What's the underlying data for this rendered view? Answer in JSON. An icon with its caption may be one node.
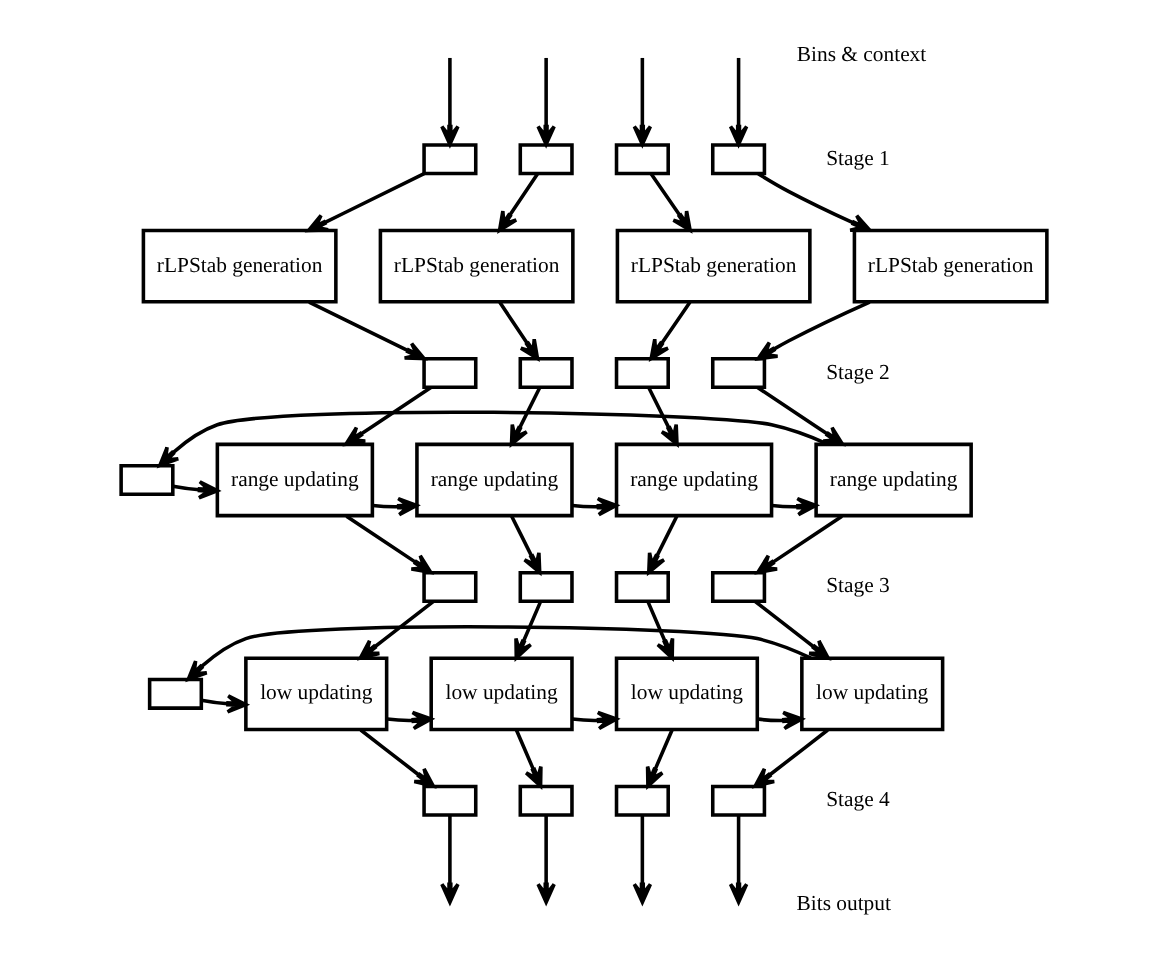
{
  "diagram": {
    "nodes": [
      {
        "text": [],
        "shape": "box"
      },
      {
        "text": [],
        "shape": "box"
      },
      {
        "text": [],
        "shape": "box"
      },
      {
        "text": [],
        "shape": "box"
      },
      {
        "text": [
          "rLPStab generation"
        ]
      },
      {
        "text": [
          "rLPStab generation"
        ]
      },
      {
        "text": [
          "rLPStab generation"
        ]
      },
      {
        "text": [
          "rLPStab generation"
        ]
      },
      {
        "text": [],
        "shape": "box"
      },
      {
        "text": [],
        "shape": "box"
      },
      {
        "text": [],
        "shape": "box"
      },
      {
        "text": [],
        "shape": "box"
      },
      {
        "text": [],
        "shape": "box"
      },
      {
        "text": [
          "range updating"
        ]
      },
      {
        "text": [
          "range updating"
        ]
      },
      {
        "text": [
          "range updating"
        ]
      },
      {
        "text": [
          "range updating"
        ]
      },
      {
        "text": [],
        "shape": "box"
      },
      {
        "text": [],
        "shape": "box"
      },
      {
        "text": [],
        "shape": "box"
      },
      {
        "text": [],
        "shape": "box"
      },
      {
        "text": [],
        "shape": "box"
      },
      {
        "text": [
          "low updating"
        ]
      },
      {
        "text": [
          "low updating"
        ]
      },
      {
        "text": [
          "low updating"
        ]
      },
      {
        "text": [
          "low updating"
        ]
      },
      {
        "text": [],
        "shape": "box"
      },
      {
        "text": [],
        "shape": "box"
      },
      {
        "text": [],
        "shape": "box"
      },
      {
        "text": [],
        "shape": "box"
      }
    ],
    "edges": [
      {
        "from": null,
        "to": 0,
        "arrow": "to"
      },
      {
        "from": null,
        "to": 1,
        "arrow": "to"
      },
      {
        "from": null,
        "to": 2,
        "arrow": "to"
      },
      {
        "from": null,
        "to": 3,
        "arrow": "to"
      },
      {
        "from": 0,
        "to": 4,
        "arrow": "to"
      },
      {
        "from": 1,
        "to": 5,
        "arrow": "to"
      },
      {
        "from": 2,
        "to": 6,
        "arrow": "to"
      },
      {
        "from": 3,
        "to": 7,
        "arrow": "to"
      },
      {
        "from": 4,
        "to": 8,
        "arrow": "to"
      },
      {
        "from": 5,
        "to": 9,
        "arrow": "to"
      },
      {
        "from": 6,
        "to": 10,
        "arrow": "to"
      },
      {
        "from": 7,
        "to": 11,
        "arrow": "to"
      },
      {
        "from": 8,
        "to": 13,
        "arrow": "to"
      },
      {
        "from": 9,
        "to": 14,
        "arrow": "to"
      },
      {
        "from": 10,
        "to": 15,
        "arrow": "to"
      },
      {
        "from": 11,
        "to": 16,
        "arrow": "to"
      },
      {
        "from": 12,
        "to": 13,
        "arrow": "to"
      },
      {
        "from": 13,
        "to": 14,
        "arrow": "to"
      },
      {
        "from": 14,
        "to": 15,
        "arrow": "to"
      },
      {
        "from": 15,
        "to": 16,
        "arrow": "to"
      },
      {
        "from": 16,
        "to": 12,
        "arrow": "to"
      },
      {
        "from": 13,
        "to": 17,
        "arrow": "to"
      },
      {
        "from": 14,
        "to": 18,
        "arrow": "to"
      },
      {
        "from": 15,
        "to": 19,
        "arrow": "to"
      },
      {
        "from": 16,
        "to": 20,
        "arrow": "to"
      },
      {
        "from": 17,
        "to": 22,
        "arrow": "to"
      },
      {
        "from": 18,
        "to": 23,
        "arrow": "to"
      },
      {
        "from": 19,
        "to": 24,
        "arrow": "to"
      },
      {
        "from": 20,
        "to": 25,
        "arrow": "to"
      },
      {
        "from": 21,
        "to": 22,
        "arrow": "to"
      },
      {
        "from": 22,
        "to": 23,
        "arrow": "to"
      },
      {
        "from": 23,
        "to": 24,
        "arrow": "to"
      },
      {
        "from": 24,
        "to": 25,
        "arrow": "to"
      },
      {
        "from": 25,
        "to": 21,
        "arrow": "to"
      },
      {
        "from": 22,
        "to": 26,
        "arrow": "to"
      },
      {
        "from": 23,
        "to": 27,
        "arrow": "to"
      },
      {
        "from": 24,
        "to": 28,
        "arrow": "to"
      },
      {
        "from": 25,
        "to": 29,
        "arrow": "to"
      },
      {
        "from": 26,
        "to": null,
        "arrow": "to"
      },
      {
        "from": 27,
        "to": null,
        "arrow": "to"
      },
      {
        "from": 28,
        "to": null,
        "arrow": "to"
      },
      {
        "from": 29,
        "to": null,
        "arrow": "to"
      }
    ],
    "labels": [
      "Bins & context",
      "Stage 1",
      "Stage 2",
      "Stage 3",
      "Stage 4",
      "Bits output"
    ]
  }
}
